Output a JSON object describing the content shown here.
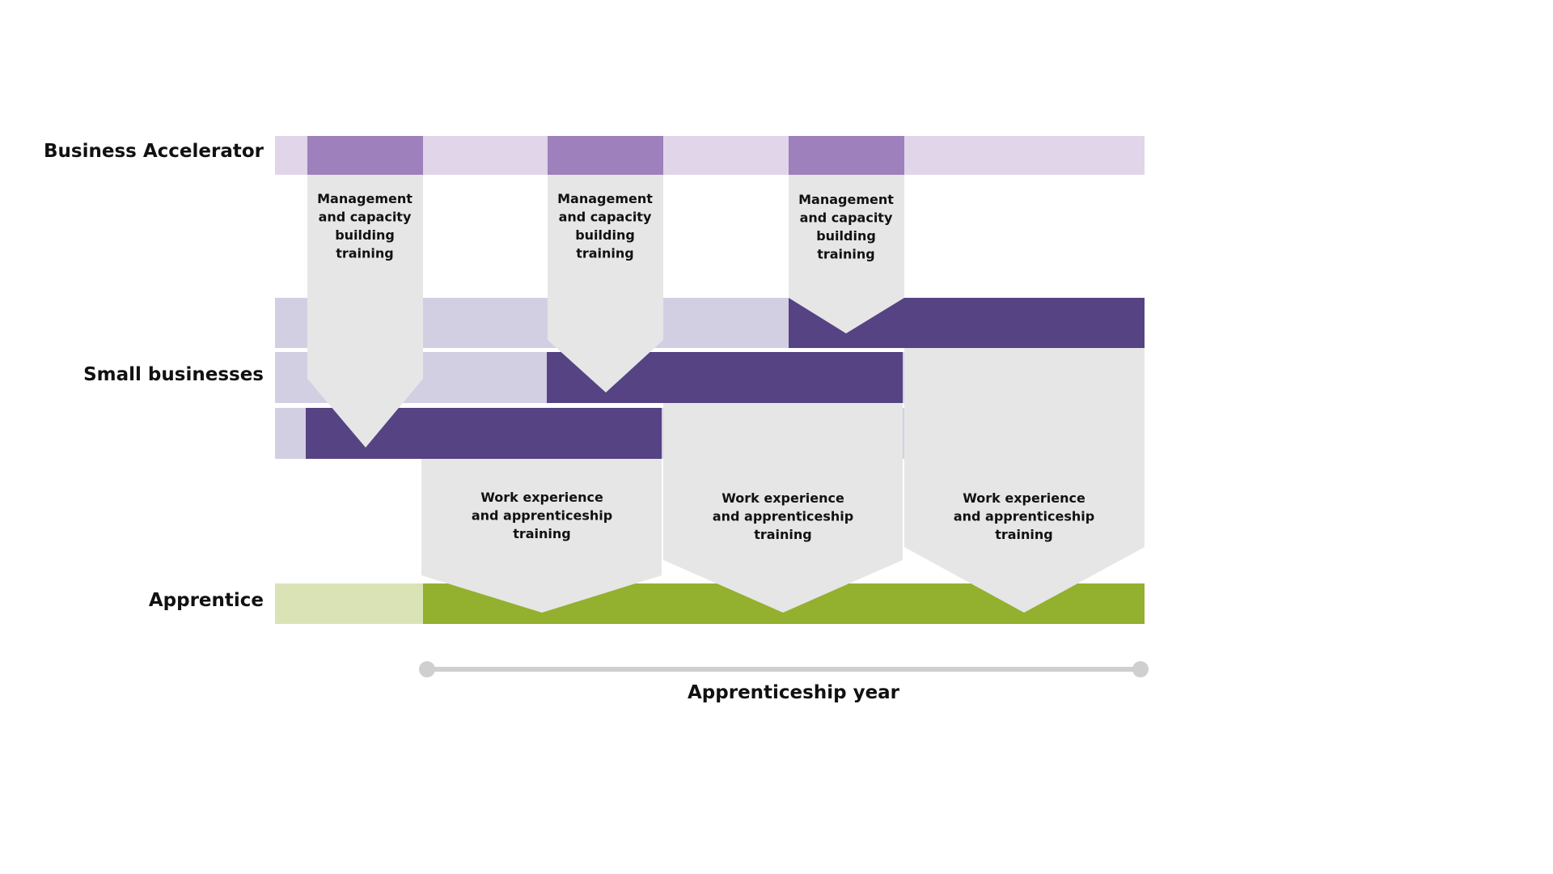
{
  "rows": {
    "business_accelerator": "Business Accelerator",
    "small_businesses": "Small businesses",
    "apprentice": "Apprentice"
  },
  "management_training": [
    [
      "Management",
      "and capacity",
      "building",
      "training"
    ],
    [
      "Management",
      "and capacity",
      "building",
      "training"
    ],
    [
      "Management",
      "and capacity",
      "building",
      "training"
    ]
  ],
  "work_training": [
    [
      "Work experience",
      "and apprenticeship",
      "training"
    ],
    [
      "Work experience",
      "and apprenticeship",
      "training"
    ],
    [
      "Work experience",
      "and apprenticeship",
      "training"
    ]
  ],
  "axis": {
    "label": "Apprenticeship year"
  },
  "colors": {
    "accelerator_light": "#e0d5e9",
    "accelerator_dark": "#9e80bd",
    "business_light": "#d3cfe3",
    "business_dark": "#554383",
    "apprentice_light": "#dae3b6",
    "apprentice_dark": "#93b02e",
    "callout": "#e6e6e6",
    "axis_line": "#cfcfcf"
  }
}
